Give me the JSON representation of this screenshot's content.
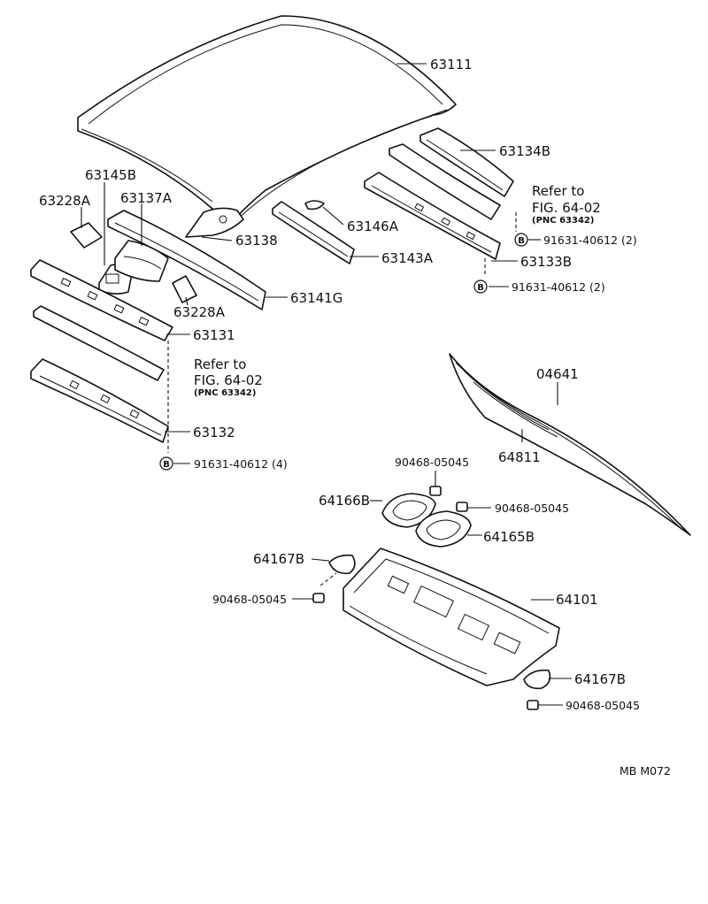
{
  "parts": {
    "roof_panel": "63111",
    "roof_panel_inner_rear": "63134B",
    "refer_to_upper": "Refer to",
    "refer_fig_upper": "FIG. 64-02",
    "refer_pnc_upper": "(PNC 63342)",
    "bolt_upper_1": "91631-40612 (2)",
    "bolt_upper_2": "91631-40612 (2)",
    "brace_63146a": "63146A",
    "bow_63143a": "63143A",
    "rear_rail_63133b": "63133B",
    "bracket_63138": "63138",
    "bracket_63145b": "63145B",
    "bracket_63137a": "63137A",
    "gusset_63228a_left": "63228A",
    "gusset_63228a_right": "63228A",
    "side_rail_63141g": "63141G",
    "front_header_63131": "63131",
    "refer_to_lower": "Refer to",
    "refer_fig_lower": "FIG. 64-02",
    "refer_pnc_lower": "(PNC 63342)",
    "front_inner_63132": "63132",
    "bolt_lower": "91631-40612 (4)",
    "back_window_molding": "04641",
    "back_window_glass": "64811",
    "clip_top": "90468-05045",
    "clip_mid": "90468-05045",
    "clip_left": "90468-05045",
    "clip_bottom": "90468-05045",
    "cover_64166b": "64166B",
    "cover_64165b": "64165B",
    "cover_64167b_left": "64167B",
    "cover_64167b_right": "64167B",
    "package_tray_64101": "64101"
  },
  "badge_letter": "B",
  "figure_code": "MB  M072"
}
